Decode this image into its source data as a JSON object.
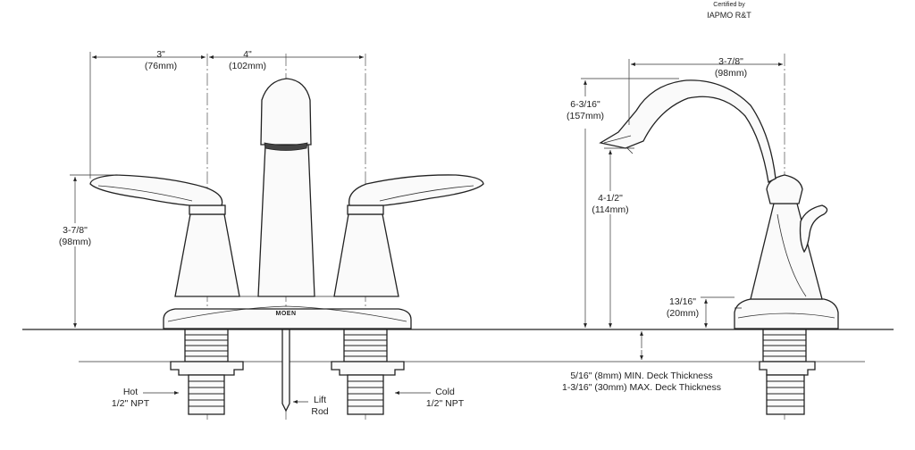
{
  "certification": {
    "line1": "Certified by",
    "line2": "IAPMO R&T"
  },
  "brand": {
    "logo_text": "MOEN"
  },
  "front_view": {
    "dim_hot_to_center": {
      "imperial": "3\"",
      "metric": "(76mm)"
    },
    "dim_center_to_cold": {
      "imperial": "4\"",
      "metric": "(102mm)"
    },
    "dim_handle_height": {
      "imperial": "3-7/8\"",
      "metric": "(98mm)"
    },
    "label_hot": {
      "line1": "Hot",
      "line2": "1/2\" NPT"
    },
    "label_cold": {
      "line1": "Cold",
      "line2": "1/2\" NPT"
    },
    "label_lift_rod": {
      "line1": "Lift",
      "line2": "Rod"
    }
  },
  "side_view": {
    "dim_spout_reach": {
      "imperial": "3-7/8\"",
      "metric": "(98mm)"
    },
    "dim_overall_height": {
      "imperial": "6-3/16\"",
      "metric": "(157mm)"
    },
    "dim_spout_height": {
      "imperial": "4-1/2\"",
      "metric": "(114mm)"
    },
    "dim_base_height": {
      "imperial": "13/16\"",
      "metric": "(20mm)"
    },
    "deck_min": "5/16\" (8mm) MIN. Deck Thickness",
    "deck_max": "1-3/16\" (30mm) MAX. Deck Thickness"
  }
}
